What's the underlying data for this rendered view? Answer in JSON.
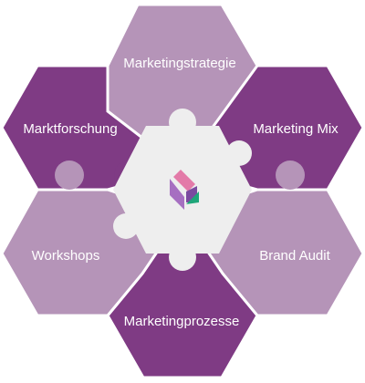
{
  "diagram": {
    "segments": [
      {
        "id": "top",
        "label": "Marketingstrategie",
        "shade": "light"
      },
      {
        "id": "top-right",
        "label": "Marketing Mix",
        "shade": "dark"
      },
      {
        "id": "bottom-right",
        "label": "Brand Audit",
        "shade": "light"
      },
      {
        "id": "bottom",
        "label": "Marketingprozesse",
        "shade": "dark"
      },
      {
        "id": "bottom-left",
        "label": "Workshops",
        "shade": "light"
      },
      {
        "id": "top-left",
        "label": "Marktforschung",
        "shade": "dark"
      }
    ],
    "colors": {
      "dark": "#7f3b84",
      "light": "#b594b8",
      "center": "#eeeeee",
      "logo_pink": "#e37aa8",
      "logo_green": "#1fa67a",
      "logo_purple": "#7b4aa0",
      "logo_violet": "#a66fc1"
    },
    "center_icon": "puzzle-logo-icon"
  }
}
